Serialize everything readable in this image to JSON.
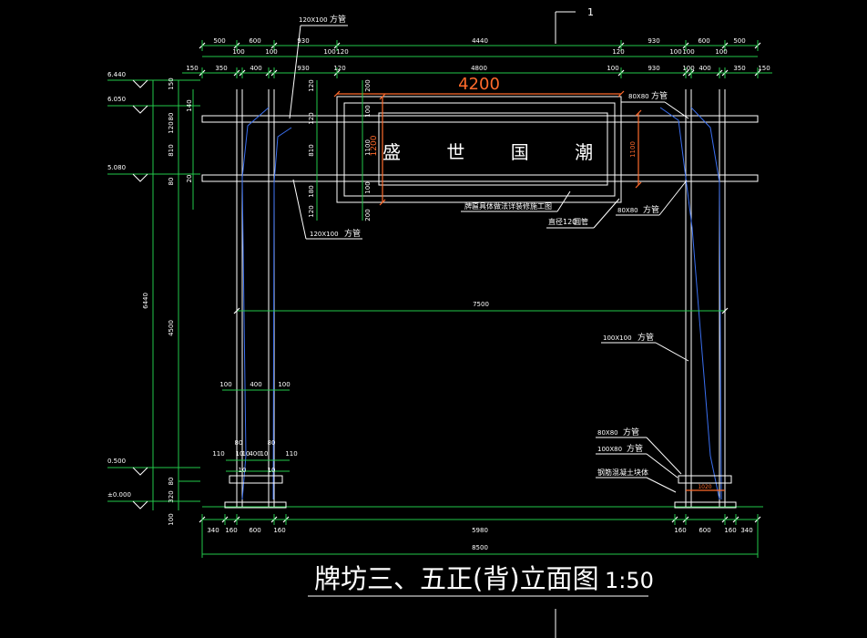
{
  "drawing": {
    "title": "牌坊三、五正(背)立面图",
    "scale": "1:50",
    "plaque_text": "盛 世 国 潮",
    "section_mark": "1"
  },
  "dims_top_row1": [
    "500",
    "600",
    "930",
    "4440",
    "930",
    "600",
    "500"
  ],
  "dims_top_row2": [
    "100",
    "100",
    "100",
    "120",
    "120",
    "100",
    "100",
    "100"
  ],
  "dims_top_row3": [
    "150",
    "350",
    "400",
    "930",
    "120",
    "4800",
    "100",
    "930",
    "100",
    "400",
    "350",
    "150"
  ],
  "dims_bottom_row1": [
    "340",
    "160",
    "600",
    "160",
    "5980",
    "160",
    "600",
    "160",
    "340"
  ],
  "dims_bottom_total": "8500",
  "span_7500": "7500",
  "plaque_width": "4200",
  "plaque_height": "1200",
  "levels": [
    "6.440",
    "6.050",
    "5.080",
    "0.500",
    "±0.000"
  ],
  "dims_left_vertical": [
    "150",
    "80",
    "120",
    "810",
    "80",
    "20",
    "140",
    "4500",
    "6440",
    "80",
    "320",
    "100"
  ],
  "dims_plaque_side": [
    "120",
    "120",
    "810",
    "180",
    "120",
    "200",
    "100",
    "1100",
    "100",
    "200"
  ],
  "plaque_right_dim": "1100",
  "dims_column_bottom": [
    "100",
    "400",
    "100",
    "80",
    "10",
    "80",
    "110",
    "10",
    "400",
    "10",
    "110",
    "10",
    "10"
  ],
  "column_base_dim": "1020",
  "labels": {
    "tube_120x100_top": "120X100",
    "tube_120x100_top_suffix": "方管",
    "tube_120x100_bot": "120X100",
    "tube_120x100_bot_suffix": "方管",
    "tube_80x80_top": "80X80",
    "tube_80x80_top_suffix": "方管",
    "tube_80x80_mid": "80X80",
    "tube_80x80_mid_suffix": "方管",
    "plaque_note": "牌匾具体做法详装修施工图",
    "pipe_120": "直径120",
    "pipe_120_suffix": "圆管",
    "tube_100x100": "100X100",
    "tube_100x100_suffix": "方管",
    "tube_80x80_base": "80X80",
    "tube_80x80_base_suffix": "方管",
    "tube_100x80_base": "100X80",
    "tube_100x80_base_suffix": "方管",
    "concrete_base": "钢筋混凝土块体"
  },
  "colors": {
    "background": "#000000",
    "line_white": "#ffffff",
    "dim_green": "#22c84a",
    "column_blue": "#3a6ff0",
    "accent_orange": "#ff6a2b"
  }
}
